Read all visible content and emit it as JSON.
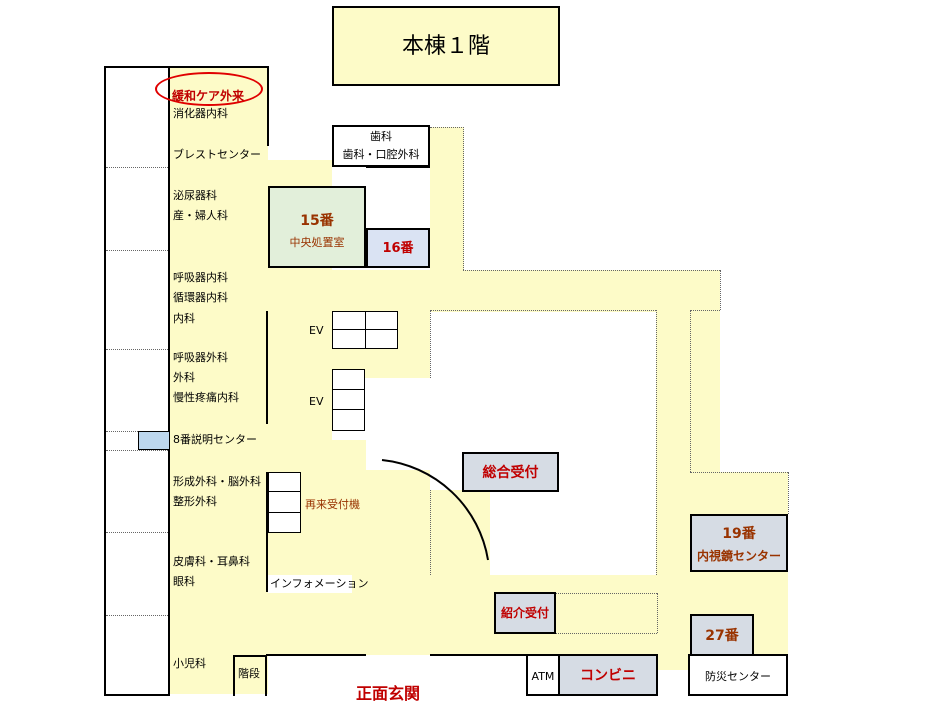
{
  "title": "本棟１階",
  "left_wing": {
    "depts": [
      {
        "key": "palliative",
        "label": "緩和ケア外来"
      },
      {
        "key": "gastro",
        "label": "消化器内科"
      },
      {
        "key": "breast",
        "label": "ブレストセンター"
      },
      {
        "key": "urology",
        "label": "泌尿器科"
      },
      {
        "key": "obgyn",
        "label": "産・婦人科"
      },
      {
        "key": "resp_med",
        "label": "呼吸器内科"
      },
      {
        "key": "cardio",
        "label": "循環器内科"
      },
      {
        "key": "internal",
        "label": "内科"
      },
      {
        "key": "resp_surg",
        "label": "呼吸器外科"
      },
      {
        "key": "surgery",
        "label": "外科"
      },
      {
        "key": "pain",
        "label": "慢性疼痛内科"
      },
      {
        "key": "explain8",
        "label": "8番説明センター"
      },
      {
        "key": "plastic",
        "label": "形成外科・脳外科"
      },
      {
        "key": "ortho",
        "label": "整形外科"
      },
      {
        "key": "derm",
        "label": "皮膚科・耳鼻科"
      },
      {
        "key": "eye",
        "label": "眼科"
      },
      {
        "key": "pedi",
        "label": "小児科"
      }
    ],
    "stairs": "階段"
  },
  "rooms": {
    "dental_title": "歯科",
    "dental_sub": "歯科・口腔外科",
    "r15_num": "15番",
    "r15_name": "中央処置室",
    "r16": "16番",
    "ev1": "EV",
    "ev2": "EV",
    "reentry": "再来受付機",
    "info": "インフォメーション",
    "general_reception": "総合受付",
    "referral": "紹介受付",
    "r19_num": "19番",
    "r19_name": "内視鏡センター",
    "r27": "27番",
    "atm": "ATM",
    "conbini": "コンビニ",
    "disaster": "防災センター",
    "entrance": "正面玄関"
  },
  "colors": {
    "corridor": "#fdfbc8",
    "highlight_circle": "#e00000",
    "label_red": "#c00000",
    "label_brown": "#993300",
    "room_blue": "#dae3f3",
    "room_gray": "#d6dce4",
    "room_green": "#e2efda"
  }
}
